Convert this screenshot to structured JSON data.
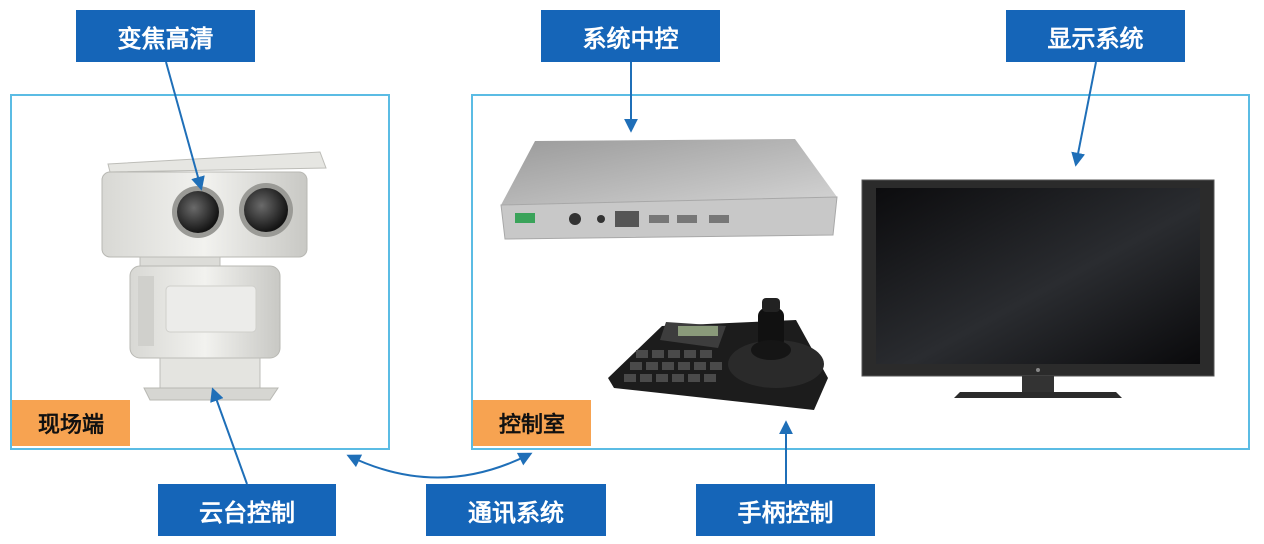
{
  "labels": {
    "zoom_hd": "变焦高清",
    "central_control": "系统中控",
    "display_system": "显示系统",
    "ptz_control": "云台控制",
    "communication": "通讯系统",
    "joystick_control": "手柄控制"
  },
  "zones": {
    "site": "现场端",
    "control_room": "控制室"
  },
  "colors": {
    "label_bg": "#1565b8",
    "frame": "#5bbce4",
    "tag_bg": "#f7a351",
    "arrow": "#1f6fb8"
  },
  "devices": [
    "ptz-thermal-camera",
    "control-box",
    "joystick-keyboard",
    "lcd-monitor"
  ]
}
